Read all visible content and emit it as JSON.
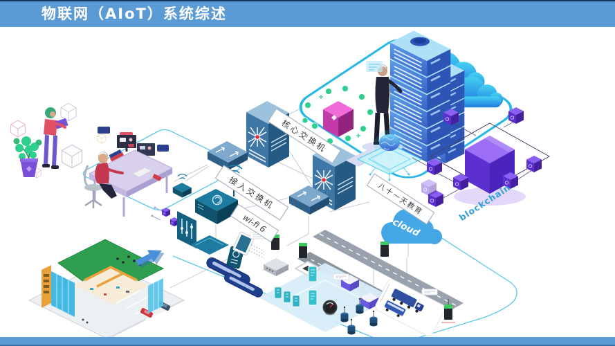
{
  "slide": {
    "title": "物联网（AIoT）系统综述"
  },
  "diagram": {
    "labels": {
      "core_switch": "核心交换机",
      "access_switch": "接入交换机",
      "education_brand": "八十一天教育",
      "wifi6": "wi-fi 6",
      "cloud": "cloud",
      "blockchain": "blockchain"
    },
    "colors": {
      "header_bar": "#5b9bd5",
      "footer_bar": "#5b9bd5",
      "highlight_border": "#29b7e5",
      "zone_line": "#5bc8ea",
      "switch_blue": "#3e76a6",
      "server_blue": "#4a86d8",
      "blockchain_purple": "#5b2fd0",
      "device_teal": "#17607f",
      "cloud_blue": "#45a7e5",
      "building_green": "#2f9e4f",
      "accent_red": "#e14f64",
      "blockchain_label_blue": "#2f9fd6"
    }
  }
}
